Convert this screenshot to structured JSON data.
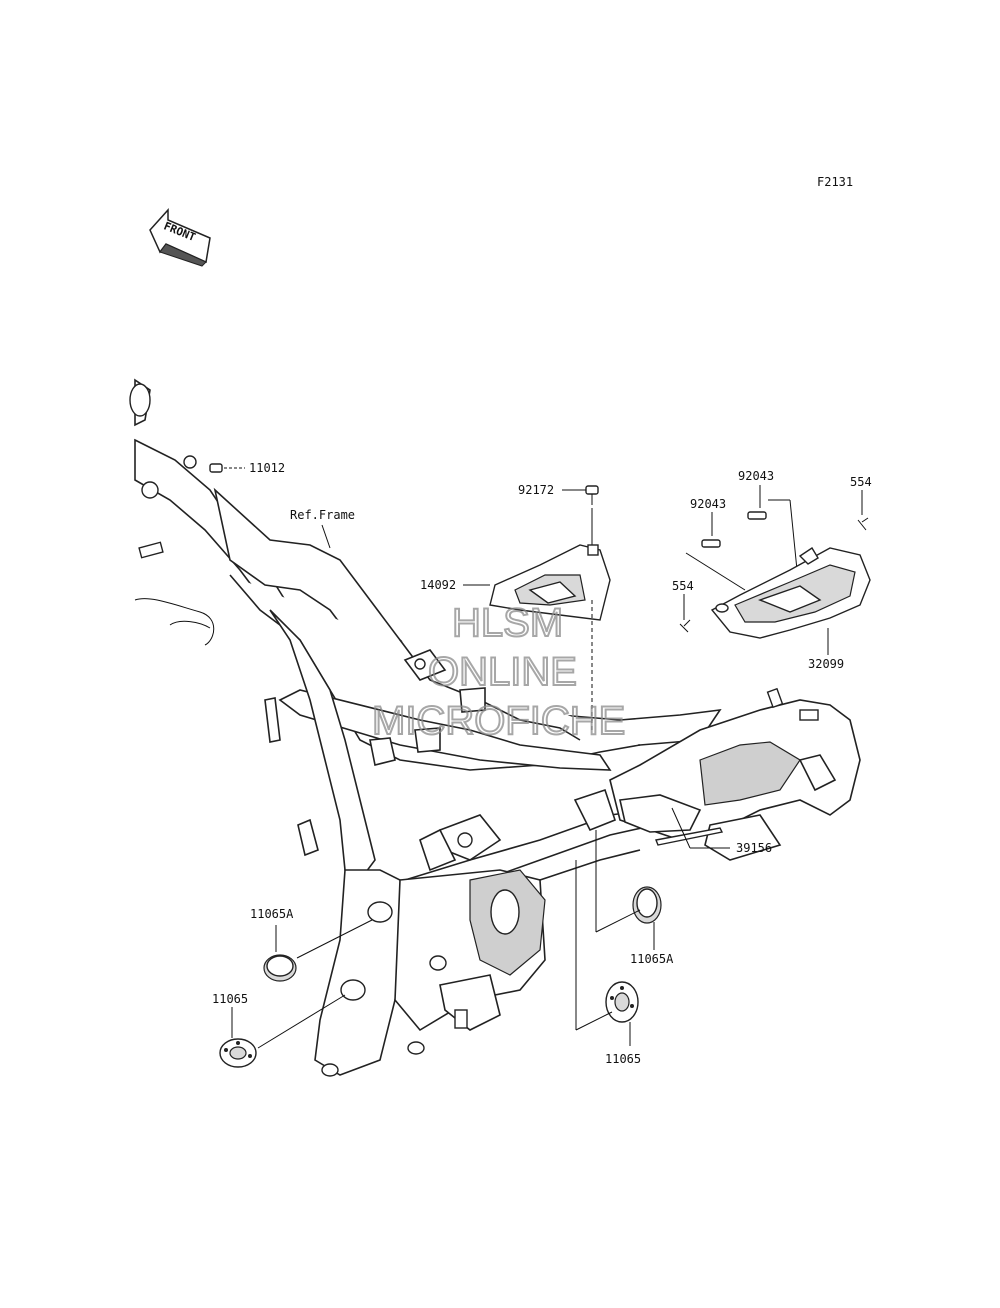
{
  "figure_code": "F2131",
  "front_arrow_text": "FRONT",
  "watermark": [
    "HLSM",
    "ONLINE",
    "MICROFICHE"
  ],
  "ref_frame_label": "Ref.Frame",
  "callouts": {
    "p11012": "11012",
    "p92172": "92172",
    "p14092": "14092",
    "p92043_top": "92043",
    "p92043_left": "92043",
    "p554_right": "554",
    "p554_left": "554",
    "p32099": "32099",
    "p39156": "39156",
    "p11065A_left": "11065A",
    "p11065A_right": "11065A",
    "p11065_left": "11065",
    "p11065_right": "11065"
  }
}
